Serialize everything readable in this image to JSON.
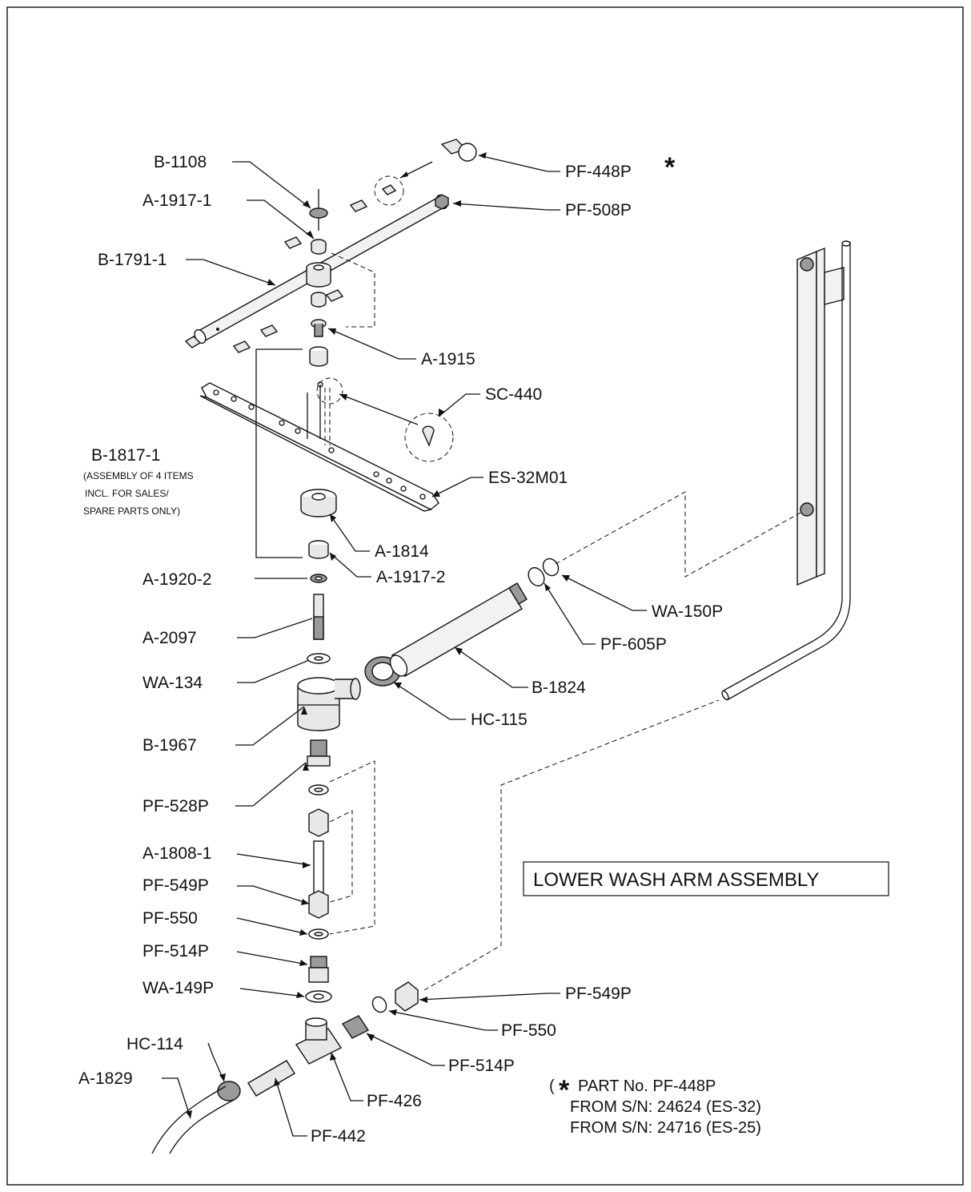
{
  "title": "LOWER WASH ARM ASSEMBLY",
  "asterisk": "*",
  "labels": {
    "b1108": "B-1108",
    "a1917_1": "A-1917-1",
    "b1791_1": "B-1791-1",
    "pf448p": "PF-448P",
    "pf508p": "PF-508P",
    "a1915": "A-1915",
    "sc440": "SC-440",
    "b1817_1": "B-1817-1",
    "es32m01": "ES-32M01",
    "a1814": "A-1814",
    "a1917_2": "A-1917-2",
    "a1920_2": "A-1920-2",
    "a2097": "A-2097",
    "wa134": "WA-134",
    "b1967": "B-1967",
    "pf528p": "PF-528P",
    "a1808_1": "A-1808-1",
    "pf549p_left": "PF-549P",
    "pf550_left": "PF-550",
    "pf514p_left": "PF-514P",
    "wa149p": "WA-149P",
    "hc114": "HC-114",
    "a1829": "A-1829",
    "wa150p": "WA-150P",
    "pf605p": "PF-605P",
    "b1824": "B-1824",
    "hc115": "HC-115",
    "pf549p_right": "PF-549P",
    "pf550_right": "PF-550",
    "pf514p_right": "PF-514P",
    "pf426": "PF-426",
    "pf442": "PF-442"
  },
  "assembly_note": {
    "line1": "(ASSEMBLY OF 4 ITEMS",
    "line2": "INCL. FOR SALES/",
    "line3": "SPARE PARTS ONLY)"
  },
  "footnote": {
    "line1": "PART No. PF-448P",
    "line2": "FROM S/N: 24624 (ES-32)",
    "line3": "FROM S/N: 24716 (ES-25)",
    "prefix": "(",
    "star": "*"
  }
}
